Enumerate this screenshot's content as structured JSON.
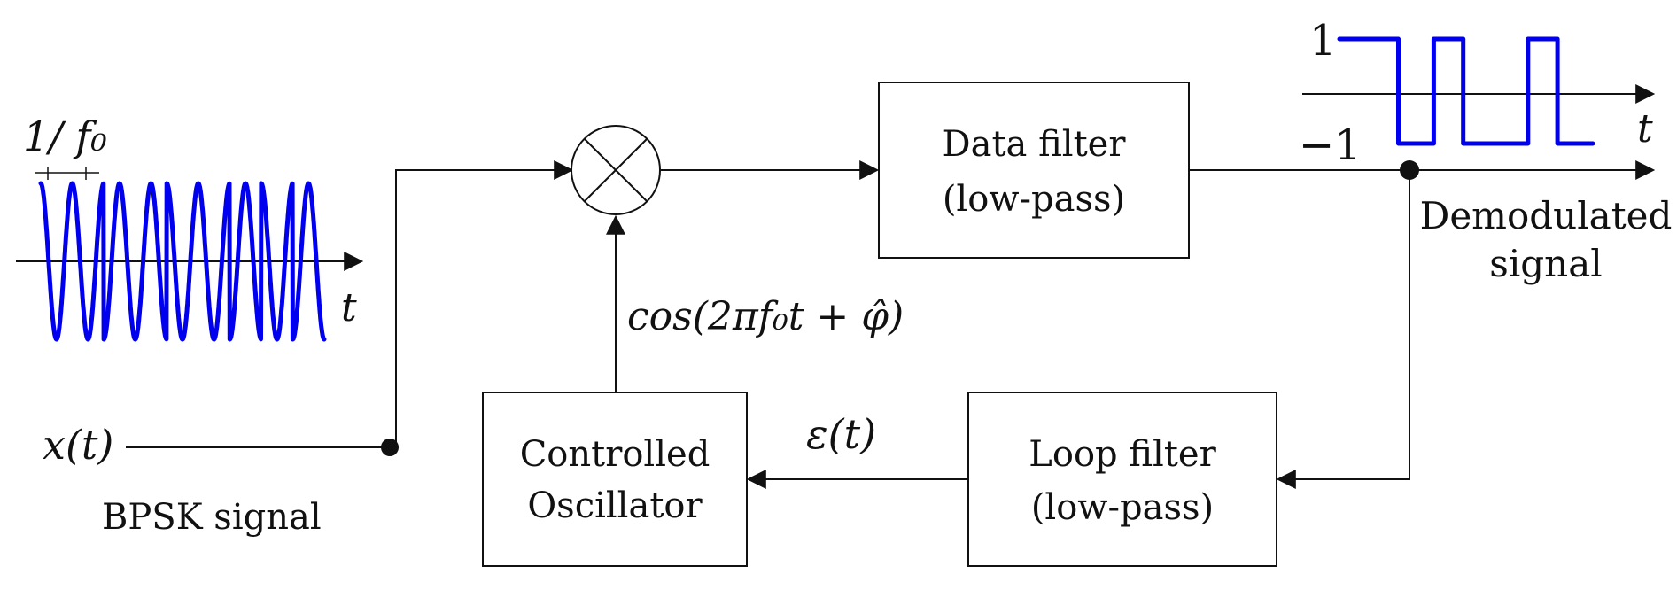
{
  "blocks": {
    "data_filter": {
      "line1": "Data filter",
      "line2": "(low-pass)"
    },
    "loop_filter": {
      "line1": "Loop filter",
      "line2": "(low-pass)"
    },
    "oscillator": {
      "line1": "Controlled",
      "line2": "Oscillator"
    }
  },
  "labels": {
    "input_signal": "x(t)",
    "input_caption": "BPSK signal",
    "oscillator_output": "cos(2πf₀t + φ̂)",
    "error_signal": "ε(t)",
    "output_line1": "Demodulated",
    "output_line2": "signal"
  },
  "bpsk_plot": {
    "period_label": "1/ f₀",
    "time_axis": "t",
    "cycles": 9,
    "phase_flips_at_cycles": [
      2,
      4,
      6,
      7,
      8
    ]
  },
  "demod_plot": {
    "time_axis": "t",
    "high_label": "1",
    "low_label": "−1",
    "levels": [
      1,
      -1,
      1,
      -1,
      1,
      -1
    ],
    "segment_durations": [
      1,
      0.6,
      0.5,
      1.1,
      0.5,
      0.6
    ]
  },
  "colors": {
    "signal": "#0000ee",
    "line": "#111111"
  }
}
